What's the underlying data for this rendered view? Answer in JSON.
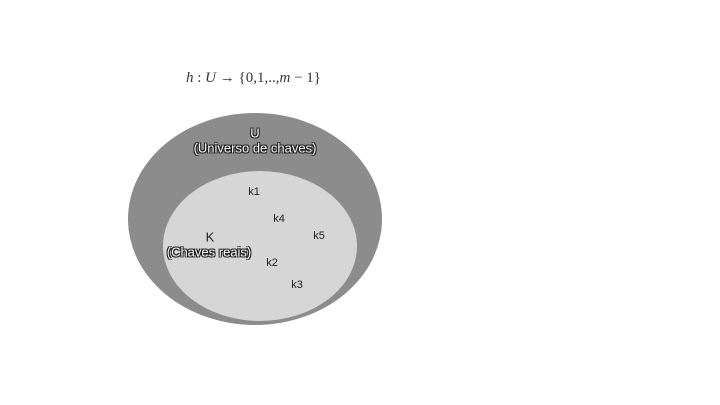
{
  "formula": {
    "h": "h",
    "colon": " : ",
    "U": "U",
    "arrow": " → ",
    "set_open": "{0,1,..,",
    "m": "m",
    "set_close": " − 1}"
  },
  "outer_set": {
    "name": "U",
    "description": "(Universo de chaves)",
    "color": "#8c8c8c"
  },
  "inner_set": {
    "name": "K",
    "description": "(Chaves reais)",
    "color": "#d6d6d6"
  },
  "keys": [
    "k1",
    "k4",
    "k5",
    "k2",
    "k3"
  ]
}
